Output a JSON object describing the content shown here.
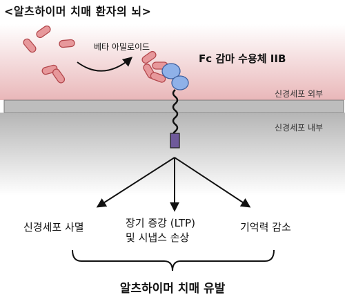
{
  "diagram": {
    "title": "<알츠하이머 치매 환자의 뇌>",
    "amyloid_label": "베타 아밀로이드",
    "receptor_label": "Fc 감마 수용체 IIB",
    "outside_label": "신경세포 외부",
    "inside_label": "신경세포 내부",
    "outcomes": {
      "neuron_death": "신경세포 사멸",
      "ltp_line1": "장기 증강 (LTP)",
      "ltp_line2": "및 시냅스 손상",
      "memory_loss": "기억력 감소"
    },
    "result": "알츠하이머 치매 유발"
  },
  "colors": {
    "extracellular_top": "#ffffff",
    "extracellular_bottom": "#e9b7b9",
    "membrane": "#bdbdbd",
    "intracellular_top": "#b5b5b5",
    "intracellular_bottom": "#ffffff",
    "amyloid_fill": "#e7989b",
    "amyloid_stroke": "#b3484d",
    "receptor_fill": "#8fb1e8",
    "receptor_stroke": "#3d5f9e",
    "intracellular_domain": "#6f5a9a"
  }
}
